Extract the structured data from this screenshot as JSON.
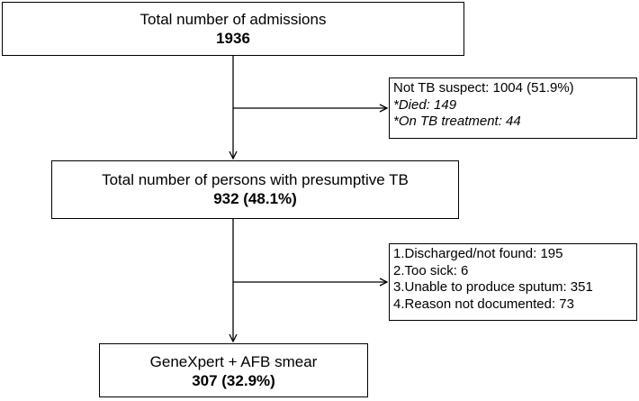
{
  "admissions": {
    "title": "Total number of admissions",
    "value": "1936"
  },
  "exclusion_1": {
    "label": "Not TB suspect: 1004 (51.9%)",
    "notes": [
      "*Died: 149",
      "*On TB treatment: 44"
    ]
  },
  "presumptive": {
    "title": "Total number of persons with presumptive TB",
    "value": "932 (48.1%)"
  },
  "exclusion_2": {
    "reasons": [
      "1.Discharged/not found: 195",
      "2.Too sick: 6",
      "3.Unable to produce sputum: 351",
      "4.Reason not documented: 73"
    ]
  },
  "tested": {
    "title": "GeneXpert + AFB smear",
    "value": "307 (32.9%)"
  }
}
